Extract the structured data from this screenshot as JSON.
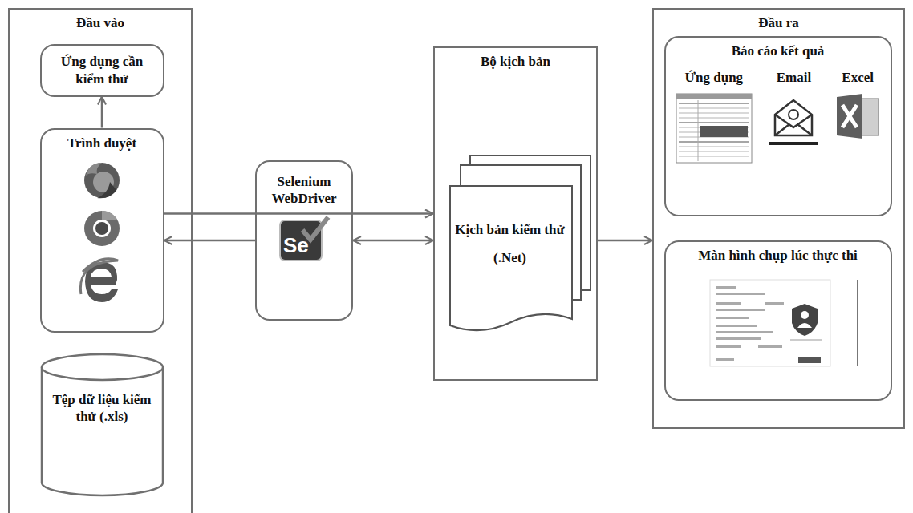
{
  "diagram": {
    "nodes": [
      {
        "text": [
          "Đầu vào"
        ]
      },
      {
        "text": [
          "Ứng dụng cần kiểm thử"
        ],
        "in": 0
      },
      {
        "text": [
          "Trình duyệt"
        ],
        "in": 0
      },
      {
        "text": [
          "Tệp dữ liệu kiểm thử (.xls)"
        ],
        "in": 0
      },
      {
        "text": [
          "Selenium WebDriver"
        ]
      },
      {
        "text": [
          "Bộ kịch bản"
        ]
      },
      {
        "text": [
          "Kịch bản kiểm thử",
          "(.Net)"
        ],
        "in": 5
      },
      {
        "text": [
          "Đầu ra"
        ]
      },
      {
        "text": [
          "Báo cáo kết quả"
        ],
        "in": 7
      },
      {
        "text": [
          "Màn hình chụp lúc thực thi"
        ],
        "in": 7
      }
    ],
    "edges": [
      {
        "from": 2,
        "to": 1,
        "arrow": "to"
      },
      {
        "from": 4,
        "to": 2,
        "arrow": "to"
      },
      {
        "from": 4,
        "to": 5,
        "arrow": "both"
      },
      {
        "from": 5,
        "to": 7,
        "arrow": "to"
      },
      {
        "from": 3,
        "to": 5,
        "arrow": "to"
      }
    ],
    "labels": [
      "Se",
      "Ứng dụng",
      "Email",
      "Excel"
    ]
  }
}
